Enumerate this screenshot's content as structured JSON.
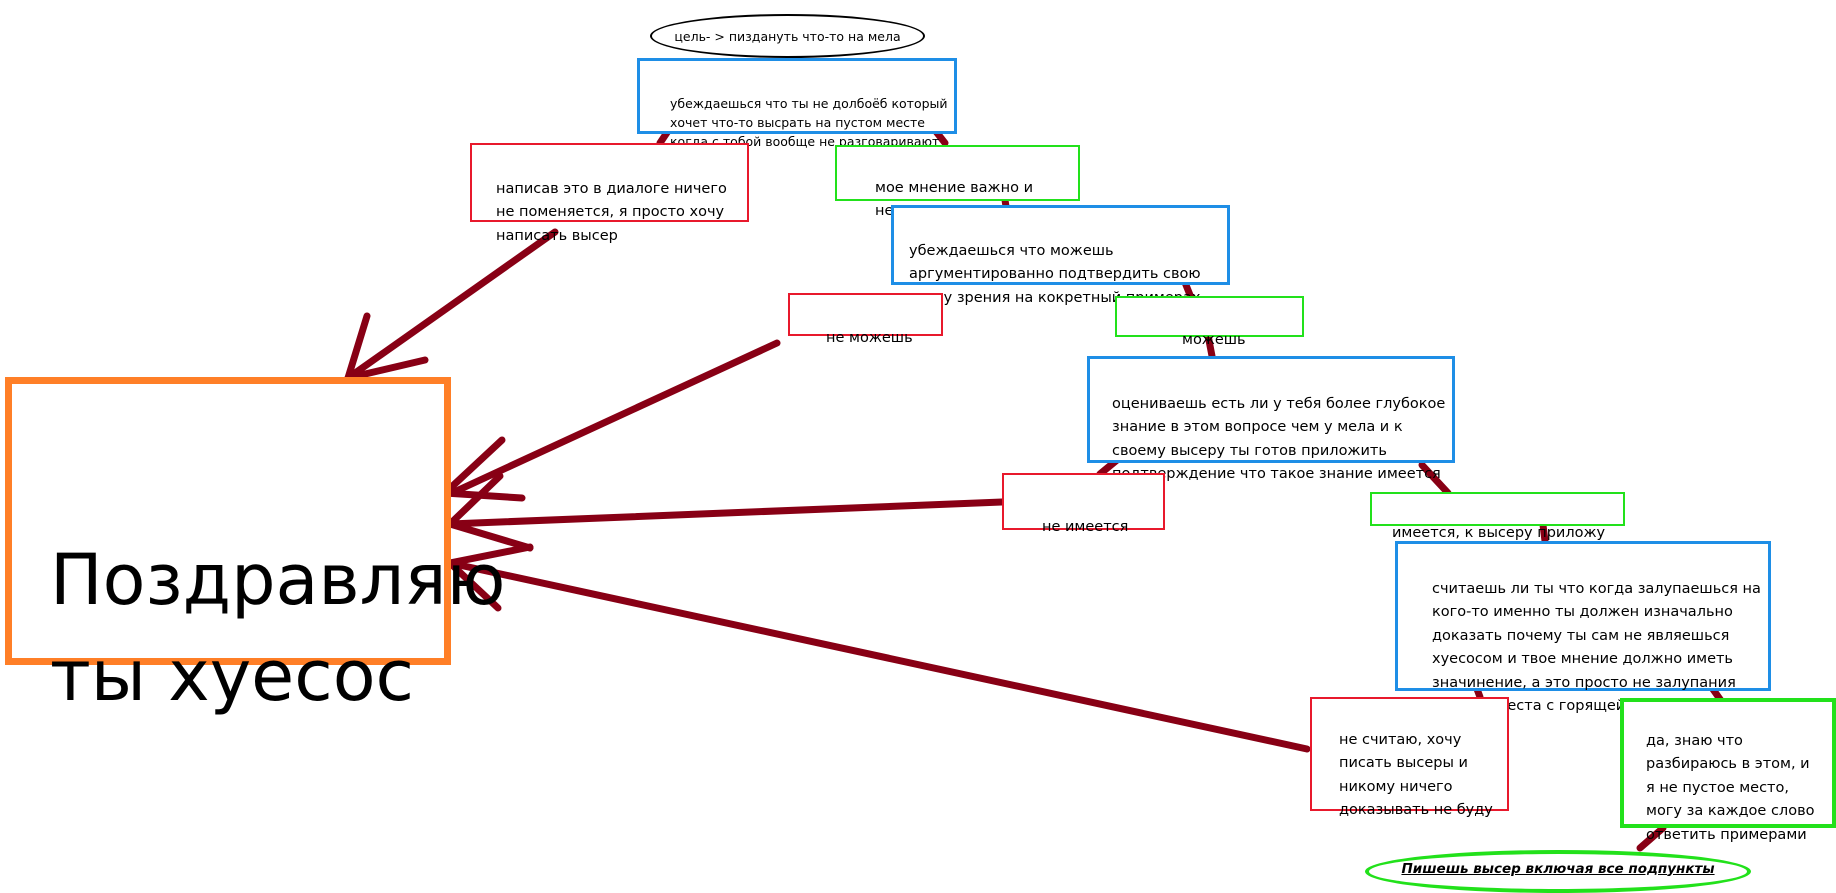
{
  "goal": "цель- > пиздануть что-то на мела",
  "steps": {
    "check_not_idiot": "убеждаешься что ты не долбоёб который\nхочет что-то высрать на пустом месте\nкогда с тобой вообще не разговаривают",
    "no_change": "написав это в диалоге ничего\nне поменяется, я просто хочу\nнаписать высер",
    "opinion_matters": "мое мнение важно и\nнесет пользу",
    "check_can_argue": "убеждаешься что можешь\nаргументированно подтвердить свою\nточку зрения на кокретный примерах",
    "cannot": "не можешь",
    "can": "можешь",
    "check_knowledge": "оцениваешь есть ли у тебя более глубокое\nзнание в этом вопросе чем у мела и к\nсвоему высеру ты готов приложить\nподтверждение что такое знание имеется",
    "no_knowledge": "не имеется",
    "has_knowledge": "имеется, к высеру приложу",
    "check_prove": "считаешь ли ты что когда залупаешься на\nкого-то именно ты должен изначально\nдоказать почему ты сам не являешься\nхуесосом и твое мнение должно иметь\nзначинение, а это просто не залупания\nпустого места с горящей жопой",
    "dont_think": "не считаю, хочу\nписать высеры и\nникому ничего\nдоказывать не буду",
    "yes_know": "да, знаю что\nразбираюсь в этом, и\nя не пустое место,\nмогу за каждое слово\nответить примерами"
  },
  "result_fail": "Поздравляю\nты хуесос",
  "result_ok": "Пишешь высер включая все подпункты",
  "colors": {
    "arrow": "#880015",
    "red": "#e8192c",
    "green": "#22e11b",
    "blue": "#1e8ee6",
    "orange": "#ff7f27"
  }
}
